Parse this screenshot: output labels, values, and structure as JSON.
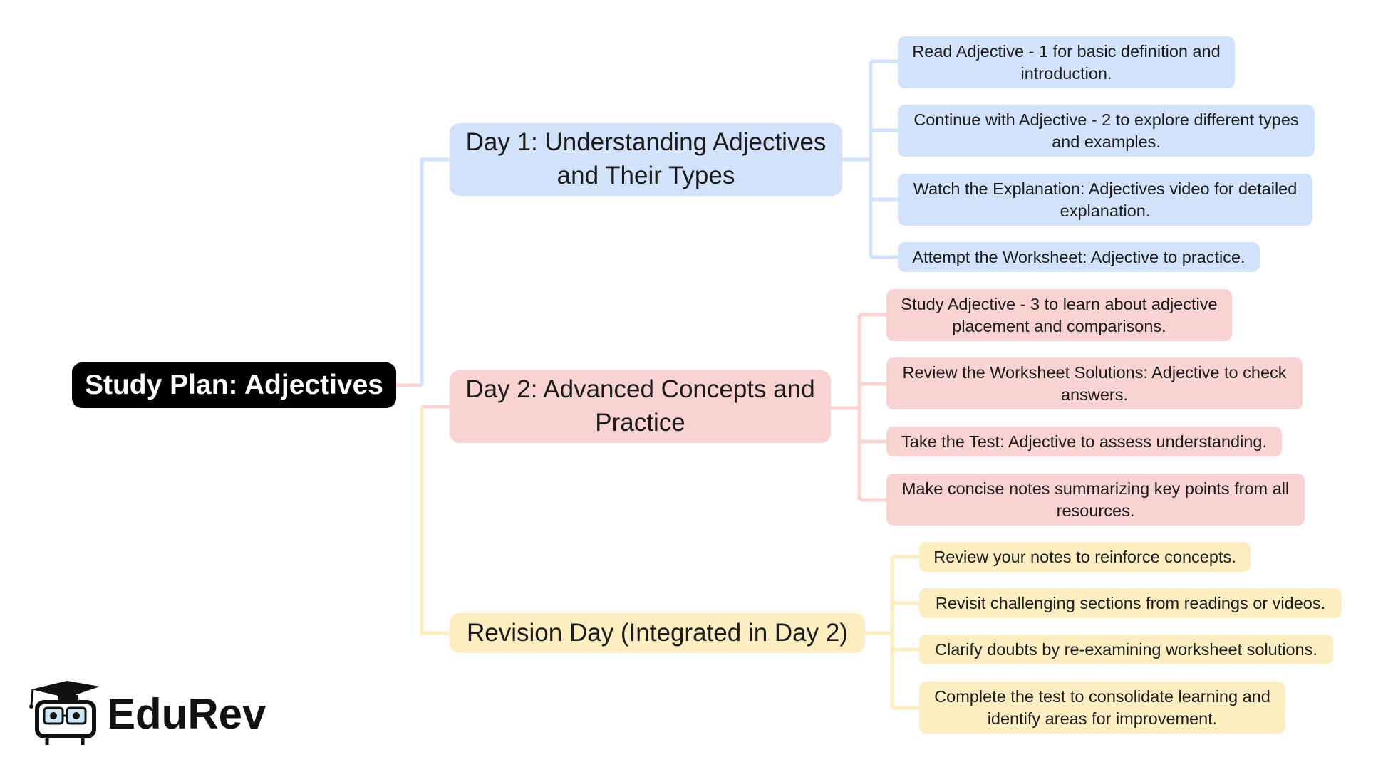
{
  "mindmap": {
    "root": {
      "label": "Study Plan: Adjectives",
      "color": "#000000"
    },
    "branches": [
      {
        "label": "Day 1: Understanding Adjectives and Their Types",
        "color": "#d3e2fb",
        "items": [
          "Read Adjective - 1 for basic definition and introduction.",
          "Continue with Adjective - 2 to explore different types and examples.",
          "Watch the Explanation: Adjectives video for detailed explanation.",
          "Attempt the Worksheet: Adjective to practice."
        ]
      },
      {
        "label": "Day 2: Advanced Concepts and Practice",
        "color": "#f8d3d1",
        "items": [
          "Study Adjective - 3 to learn about adjective placement and comparisons.",
          "Review the Worksheet Solutions: Adjective to check answers.",
          "Take the Test: Adjective to assess understanding.",
          "Make concise notes summarizing key points from all resources."
        ]
      },
      {
        "label": "Revision Day (Integrated in Day 2)",
        "color": "#fdeec2",
        "items": [
          "Review your notes to reinforce concepts.",
          "Revisit challenging sections from readings or videos.",
          "Clarify doubts by re-examining worksheet solutions.",
          "Complete the test to consolidate learning and identify areas for improvement."
        ]
      }
    ]
  },
  "logo": {
    "text": "EduRev",
    "icon": "graduation-cap-mascot-icon"
  }
}
